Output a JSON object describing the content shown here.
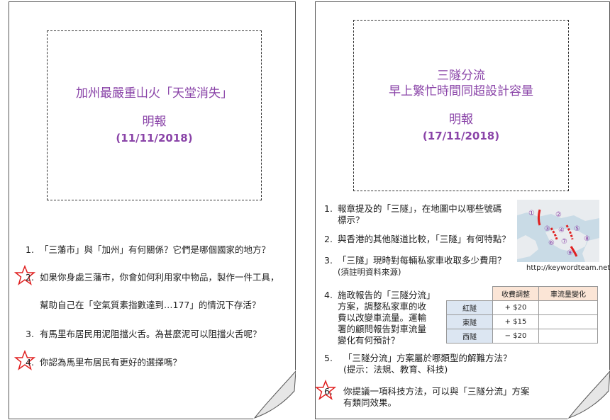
{
  "left": {
    "box": {
      "title": "加州最嚴重山火「天堂消失」",
      "source": "明報",
      "date": "(11/11/2018)"
    },
    "questions": [
      {
        "num": "1.",
        "lines": [
          "「三藩市」與「加州」有何關係？它們是哪個國家的地方？"
        ]
      },
      {
        "num": "2.",
        "lines": [
          "如果你身處三藩市，你會如何利用家中物品，製作一件工具，",
          "幫助自己在「空氣質素指數達到…177」的情況下存活？"
        ]
      },
      {
        "num": "3.",
        "lines": [
          "有馬里布居民用泥阻擋火舌。為甚麼泥可以阻擋火舌呢？"
        ]
      },
      {
        "num": "4.",
        "lines": [
          "你認為馬里布居民有更好的選擇嗎？"
        ]
      }
    ]
  },
  "right": {
    "box": {
      "title_line1": "三隧分流",
      "title_line2": "早上繁忙時間同超設計容量",
      "source": "明報",
      "date": "(17/11/2018)"
    },
    "questions": [
      {
        "num": "1.",
        "lines": [
          "報章提及的「三隧」，在地圖中以哪些號碼",
          "標示？"
        ]
      },
      {
        "num": "2.",
        "lines": [
          "與香港的其他隧道比較，「三隧」有何特點？"
        ]
      },
      {
        "num": "3.",
        "lines": [
          "「三隧」現時對每輛私家車收取多少費用？",
          "(須註明資料來源)"
        ]
      },
      {
        "num": "4.",
        "lines": [
          "施政報告的「三隧分流」",
          "方案，調整私家車的收",
          "費以改變車流量。運輸",
          "署的顧問報告對車流量",
          "變化有何預計？"
        ]
      },
      {
        "num": "5.",
        "lines": [
          "「三隧分流」方案屬於哪類型的解難方法？",
          "(提示：法規、教育、科技)"
        ]
      },
      {
        "num": "6.",
        "lines": [
          "你提議一項科技方法，可以與「三隧分流」方案",
          "有類同效果。"
        ]
      }
    ],
    "map_numbers": [
      "①",
      "②",
      "③",
      "④",
      "⑤",
      "⑥",
      "⑦",
      "⑧",
      "⑨"
    ],
    "map_source": "http://keywordteam.net/",
    "table": {
      "headers": [
        "收費調整",
        "車流量變化"
      ],
      "rows": [
        {
          "name": "紅隧",
          "fee": "+ $20",
          "change": ""
        },
        {
          "name": "東隧",
          "fee": "+ $15",
          "change": ""
        },
        {
          "name": "西隧",
          "fee": "− $20",
          "change": ""
        }
      ]
    }
  },
  "colors": {
    "title": "#8a44a8",
    "star": "#e02020",
    "map_water": "#c9dbe6",
    "map_land": "#e9ecef",
    "map_route": "#e02020"
  }
}
